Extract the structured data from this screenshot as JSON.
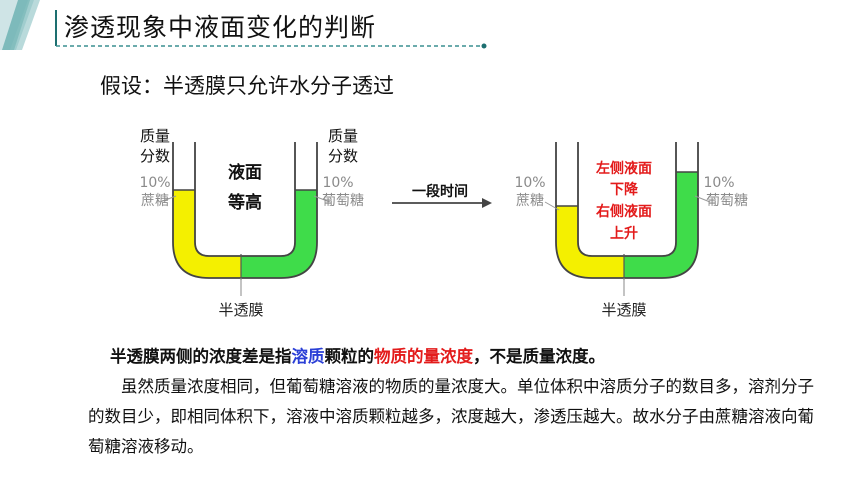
{
  "header": {
    "title": "渗透现象中液面变化的判断"
  },
  "hypothesis": "假设：半透膜只允许水分子透过",
  "diagram_left": {
    "left_label_1": "质量",
    "left_label_2": "分数",
    "left_conc": "10%",
    "left_solute": "蔗糖",
    "right_label_1": "质量",
    "right_label_2": "分数",
    "right_conc": "10%",
    "right_solute": "葡萄糖",
    "center_1": "液面",
    "center_2": "等高",
    "membrane": "半透膜"
  },
  "arrow_label": "一段时间",
  "diagram_right": {
    "left_conc": "10%",
    "left_solute": "蔗糖",
    "right_conc": "10%",
    "right_solute": "葡萄糖",
    "note_1": "左侧液面",
    "note_2": "下降",
    "note_3": "右侧液面",
    "note_4": "上升",
    "membrane": "半透膜"
  },
  "explanation": {
    "bold_1": "半透膜两侧的浓度差是指",
    "bold_blue": "溶质",
    "bold_2": "颗粒的",
    "bold_red": "物质的量浓度",
    "bold_3": "，不是质量浓度。",
    "body": "虽然质量浓度相同，但葡萄糖溶液的物质的量浓度大。单位体积中溶质分子的数目多，溶剂分子的数目少，即相同体积下，溶液中溶质颗粒越多，浓度越大，渗透压越大。故水分子由蔗糖溶液向葡萄糖溶液移动。"
  },
  "colors": {
    "sucrose": "#f4f000",
    "glucose": "#3fdc4a",
    "accent": "#4aa9a8",
    "highlight_blue": "#2a3fd6",
    "highlight_red": "#e31b1b"
  }
}
